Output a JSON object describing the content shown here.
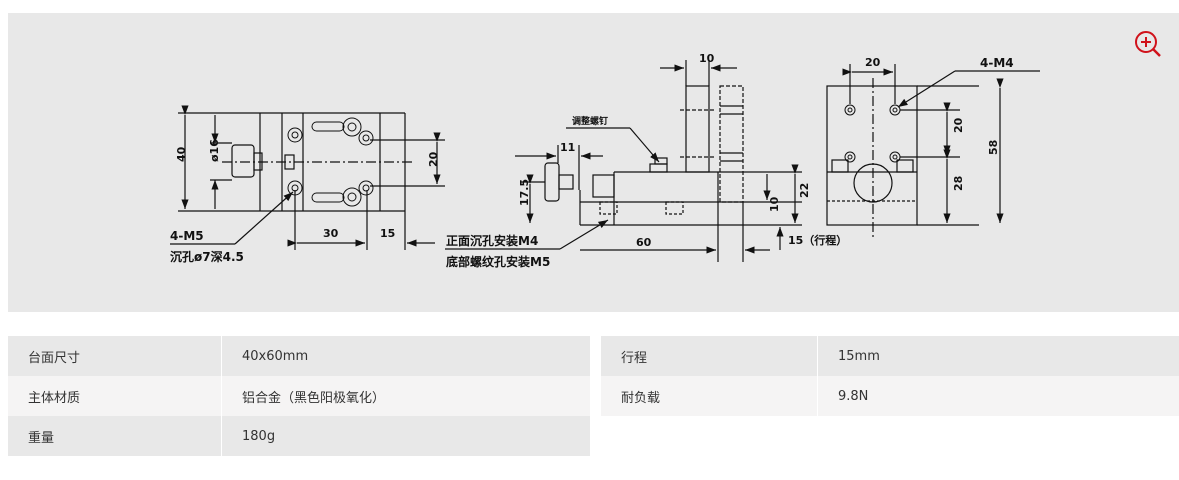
{
  "drawing": {
    "labels": {
      "d40": "40",
      "d16": "ø16",
      "d20a": "20",
      "d30": "30",
      "d15a": "15",
      "m5": "4-M5",
      "counterbore": "沉孔ø7深4.5",
      "screw": "调整螺钉",
      "d11": "11",
      "d17_5": "17.5",
      "d10a": "10",
      "front": "正面沉孔安装M4",
      "bottom": "底部螺纹孔安装M5",
      "d60": "60",
      "d22": "22",
      "d10b": "10",
      "stroke": "15（行程）",
      "d20b": "20",
      "m4": "4-M4",
      "d20c": "20",
      "d58": "58",
      "d28": "28"
    },
    "zoom_icon": "zoom-in-icon",
    "accent": "#d0121b"
  },
  "specs": {
    "left": [
      {
        "label": "台面尺寸",
        "value": "40x60mm"
      },
      {
        "label": "主体材质",
        "value": "铝合金（黑色阳极氧化）"
      },
      {
        "label": "重量",
        "value": "180g"
      }
    ],
    "right": [
      {
        "label": "行程",
        "value": "15mm"
      },
      {
        "label": "耐负载",
        "value": "9.8N"
      }
    ]
  }
}
